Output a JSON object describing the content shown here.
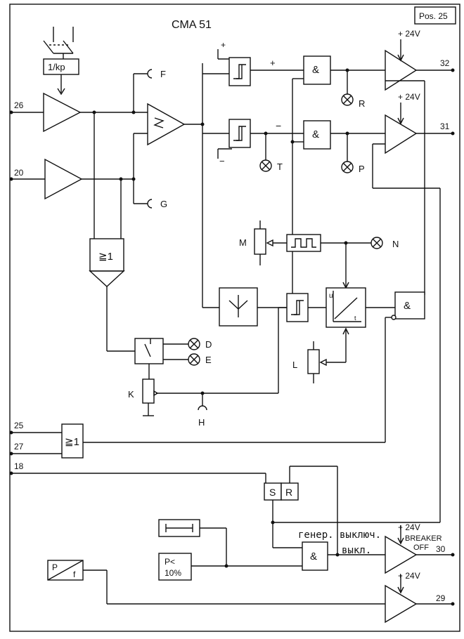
{
  "title": "CMA 51",
  "position_tag": "Pos. 25",
  "supply_label": "+ 24V",
  "terminals": {
    "t26": "26",
    "t20": "20",
    "t25": "25",
    "t27": "27",
    "t18": "18",
    "t32": "32",
    "t31": "31",
    "t30": "30",
    "t29": "29"
  },
  "tap_labels": {
    "F": "F",
    "G": "G",
    "H": "H"
  },
  "lamp_labels": {
    "R": "R",
    "T": "T",
    "P": "P",
    "N": "N",
    "D": "D",
    "E": "E"
  },
  "pot_labels": {
    "M": "M",
    "L": "L",
    "K": "K"
  },
  "blocks": {
    "kp": "1/kp",
    "or1": "≧1",
    "or2": "≧1",
    "and": "&",
    "S": "S",
    "R": "R",
    "pf_p": "P",
    "pf_f": "f",
    "p10_line1": "P<",
    "p10_line2": "10%",
    "sign_plus": "+",
    "sign_minus": "−",
    "integ_u": "u",
    "integ_t": "t"
  },
  "annotations": {
    "russian_line1": "генер. выключ.",
    "russian_line2": "выкл.",
    "breaker_line1": "BREAKER",
    "breaker_line2": "OFF"
  }
}
